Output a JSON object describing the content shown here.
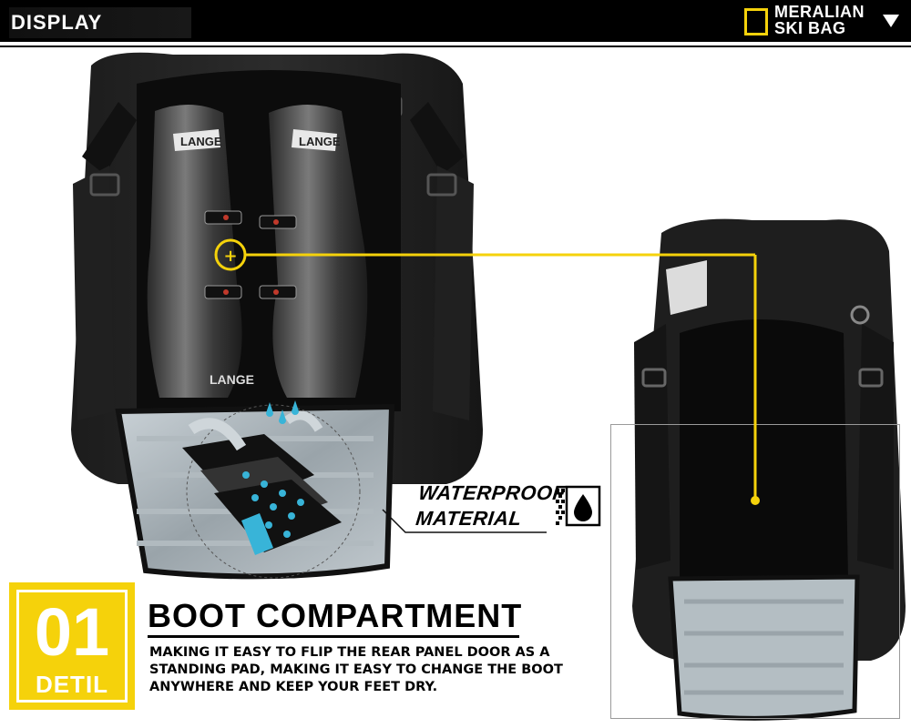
{
  "header": {
    "title": "DISPLAY",
    "brand_line1": "MERALIAN",
    "brand_line2": "SKI BAG",
    "accent_color": "#f5d20b"
  },
  "callout": {
    "label_line1": "WATERPROOF",
    "label_line2": "MATERIAL",
    "icon": "waterproof-drop-icon"
  },
  "feature": {
    "number": "01",
    "number_sub": "DETIL",
    "title": "BOOT COMPARTMENT",
    "description": "MAKING IT EASY TO FLIP THE REAR PANEL DOOR AS A STANDING PAD, MAKING IT EASY TO CHANGE THE BOOT ANYWHERE AND KEEP YOUR FEET DRY."
  },
  "photo": {
    "boot_brand": "LANGE"
  }
}
